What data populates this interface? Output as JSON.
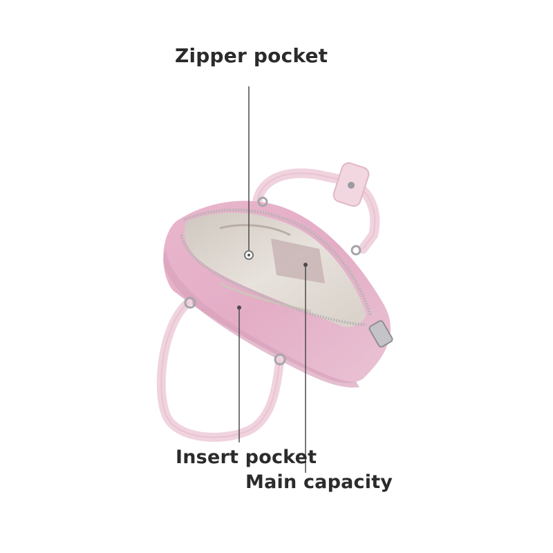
{
  "labels": {
    "zipper_pocket": "Zipper pocket",
    "insert_pocket": "Insert pocket",
    "main_capacity": "Main capacity"
  },
  "colors": {
    "background": "#ffffff",
    "bag_suede": "#e8b9cf",
    "bag_leather": "#f1d4df",
    "lining": "#e6dfd9",
    "pointer_line": "#4a4a4a",
    "label_text": "#2b2b2b"
  }
}
